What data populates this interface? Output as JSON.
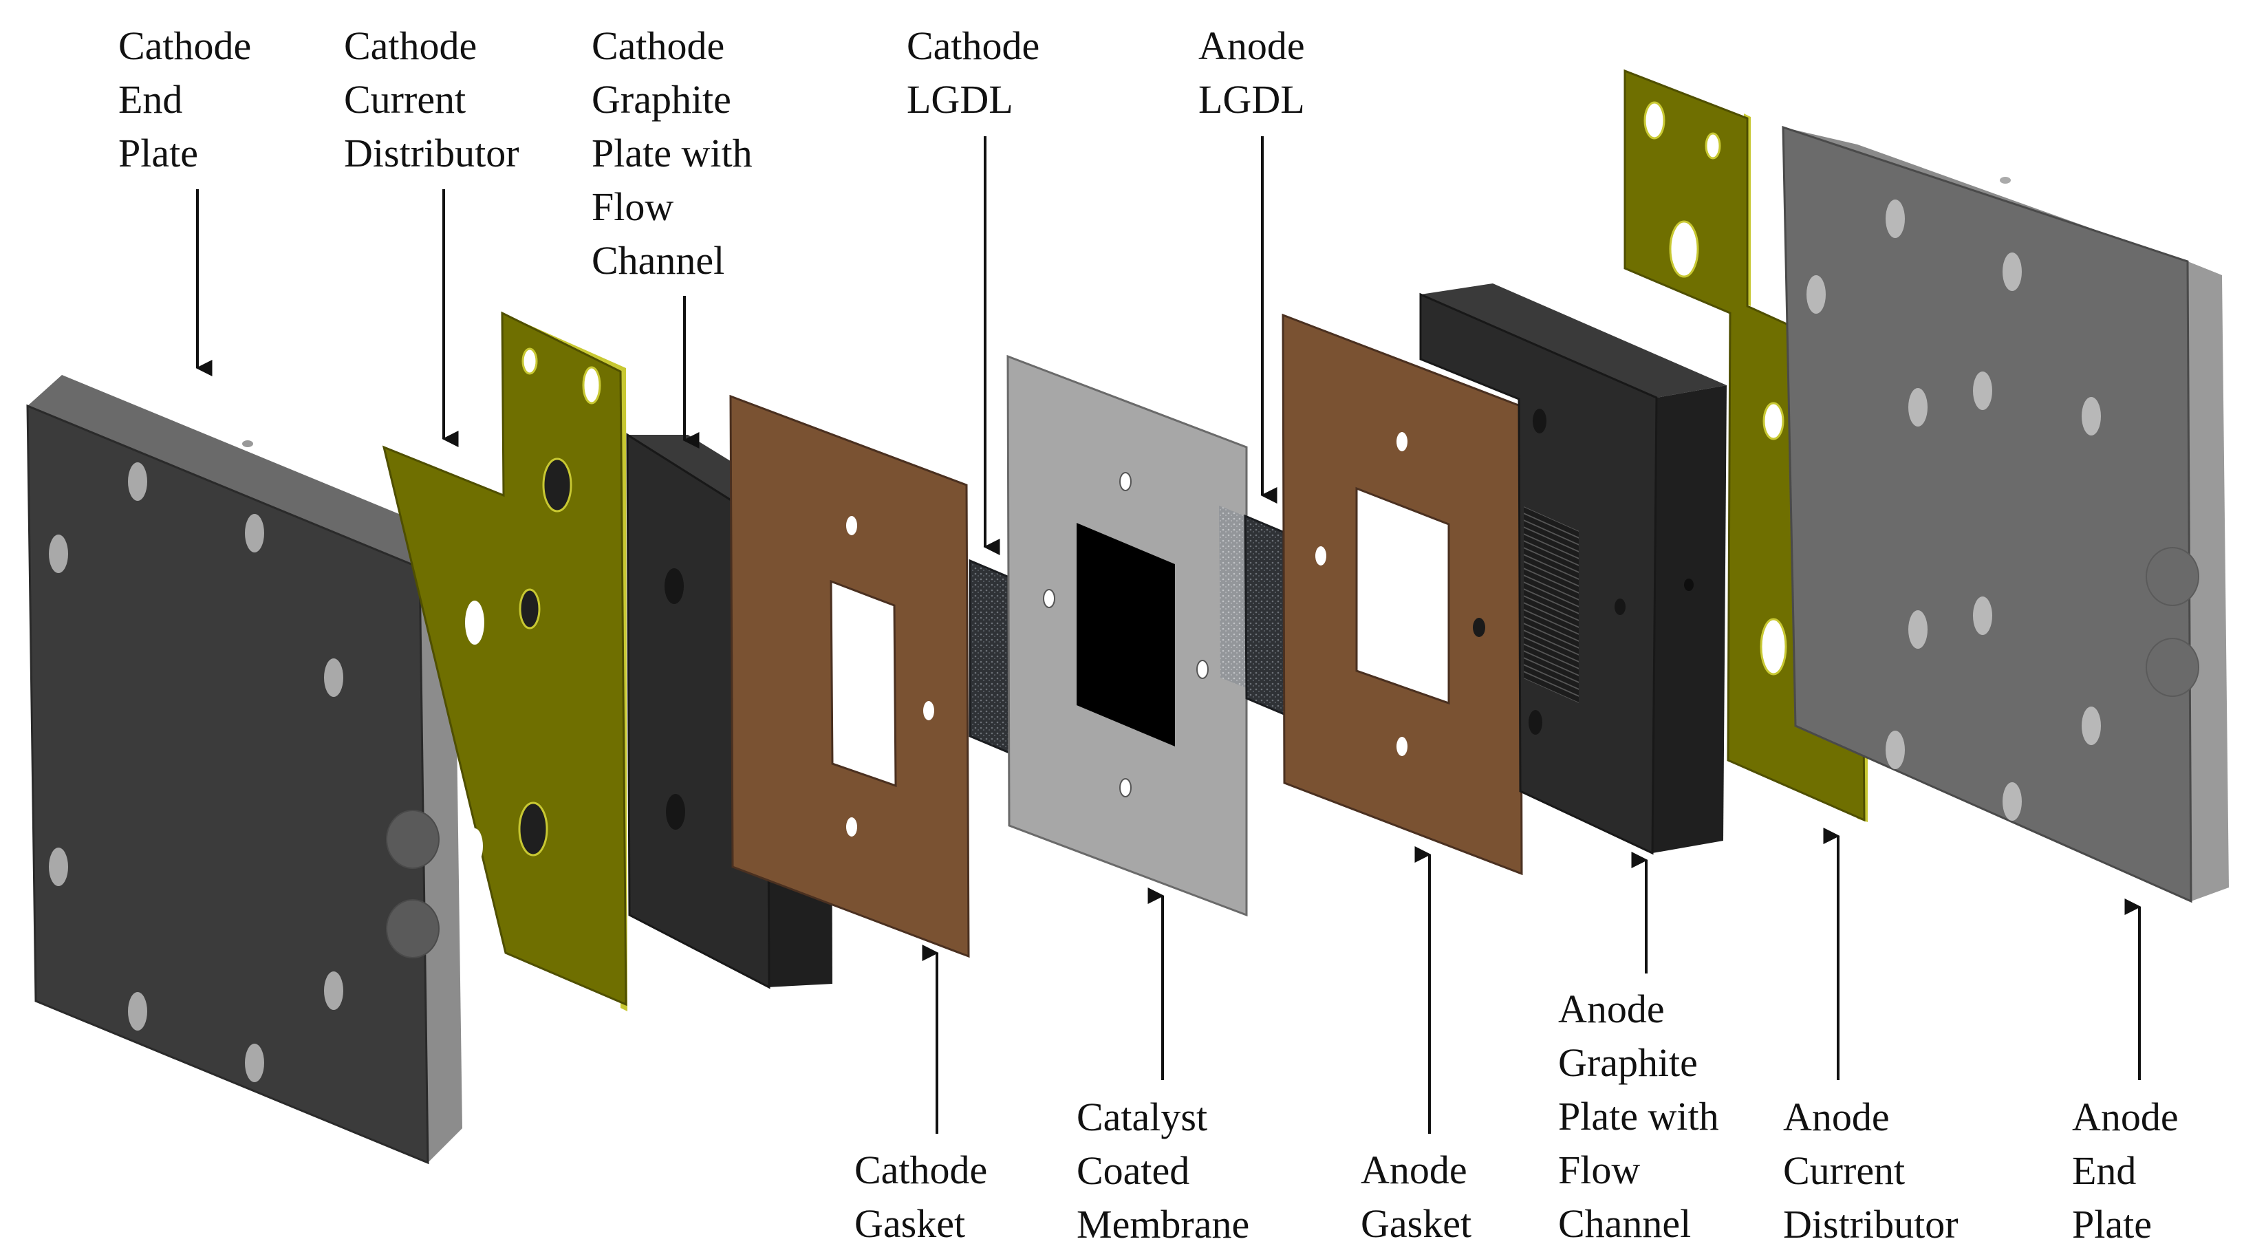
{
  "labels": {
    "cathode_end_plate": [
      "Cathode",
      "End",
      "Plate"
    ],
    "cathode_current_distributor": [
      "Cathode",
      "Current",
      "Distributor"
    ],
    "cathode_graphite_plate": [
      "Cathode",
      "Graphite",
      "Plate with",
      "Flow",
      "Channel"
    ],
    "cathode_lgdl": [
      "Cathode",
      "LGDL"
    ],
    "anode_lgdl": [
      "Anode",
      "LGDL"
    ],
    "cathode_gasket": [
      "Cathode",
      "Gasket"
    ],
    "catalyst_coated_membrane": [
      "Catalyst",
      "Coated",
      "Membrane"
    ],
    "anode_gasket": [
      "Anode",
      "Gasket"
    ],
    "anode_graphite_plate": [
      "Anode",
      "Graphite",
      "Plate with",
      "Flow",
      "Channel"
    ],
    "anode_current_distributor": [
      "Anode",
      "Current",
      "Distributor"
    ],
    "anode_end_plate": [
      "Anode",
      "End",
      "Plate"
    ]
  },
  "colors": {
    "end_plate_dark": "#3a3a3a",
    "end_plate_side": "#8a8a8a",
    "end_plate_light": "#6b6b6b",
    "current_distributor": "#6f6f00",
    "current_distributor_edge": "#c8c832",
    "graphite_plate": "#262626",
    "gasket": "#7a5232",
    "lgdl": "#2f3236",
    "membrane": "#a7a7a7",
    "membrane_active": "#000000",
    "arrow": "#111111",
    "text": "#111111"
  }
}
